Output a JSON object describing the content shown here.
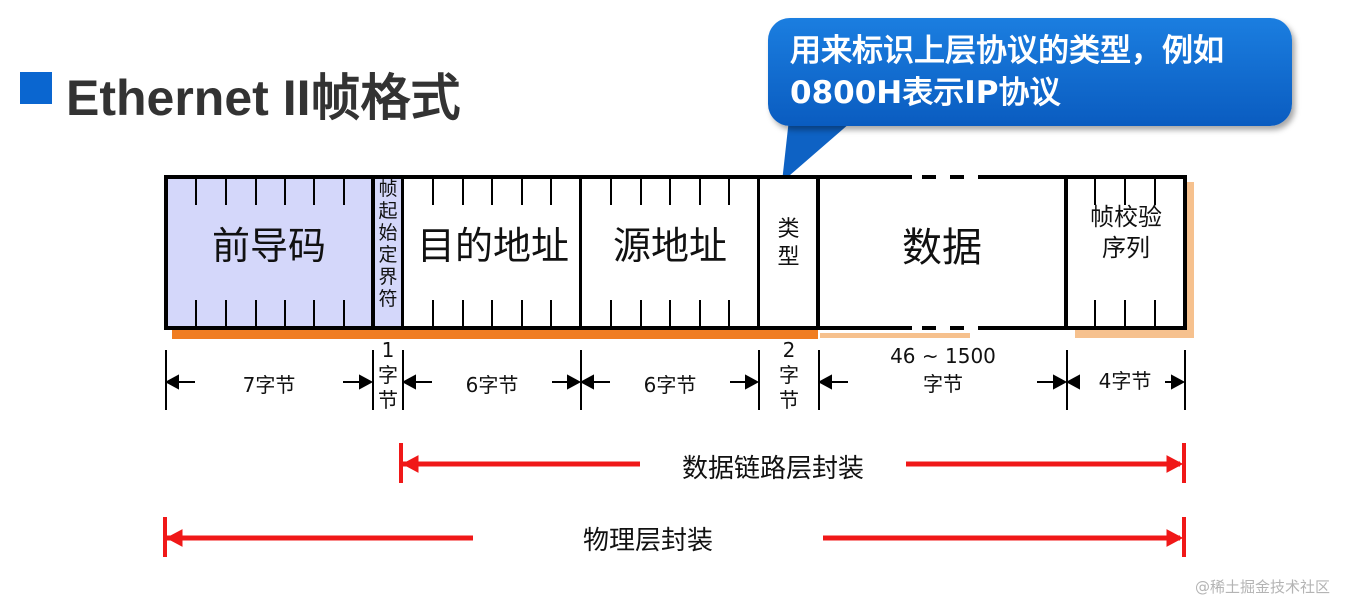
{
  "title": "Ethernet II帧格式",
  "callout": {
    "line1": "用来标识上层协议的类型，例如",
    "line2": "0800H表示IP协议"
  },
  "frame_fields": [
    {
      "name": "前导码",
      "size": "7字节"
    },
    {
      "name": "帧起始定界符",
      "size_num": "1",
      "size_unit1": "字",
      "size_unit2": "节"
    },
    {
      "name": "目的地址",
      "size": "6字节"
    },
    {
      "name": "源地址",
      "size": "6字节"
    },
    {
      "name_line1": "类",
      "name_line2": "型",
      "size_num": "2",
      "size_unit1": "字",
      "size_unit2": "节"
    },
    {
      "name": "数据",
      "size_line1": "46 ~ 1500",
      "size_line2": "字节"
    },
    {
      "name_line1": "帧校验",
      "name_line2": "序列",
      "size": "4字节"
    }
  ],
  "sfd_chars": [
    "帧",
    "起",
    "始",
    "定",
    "界",
    "符"
  ],
  "encapsulation": {
    "datalink": "数据链路层封装",
    "physical": "物理层封装"
  },
  "colors": {
    "title_square": "#0a66d0",
    "callout_bg": "#1070d0",
    "preamble_fill": "#d4d7fa",
    "orange_bar": "#f07d22",
    "red_arrows": "#f01818"
  },
  "watermark": "@稀土掘金技术社区"
}
